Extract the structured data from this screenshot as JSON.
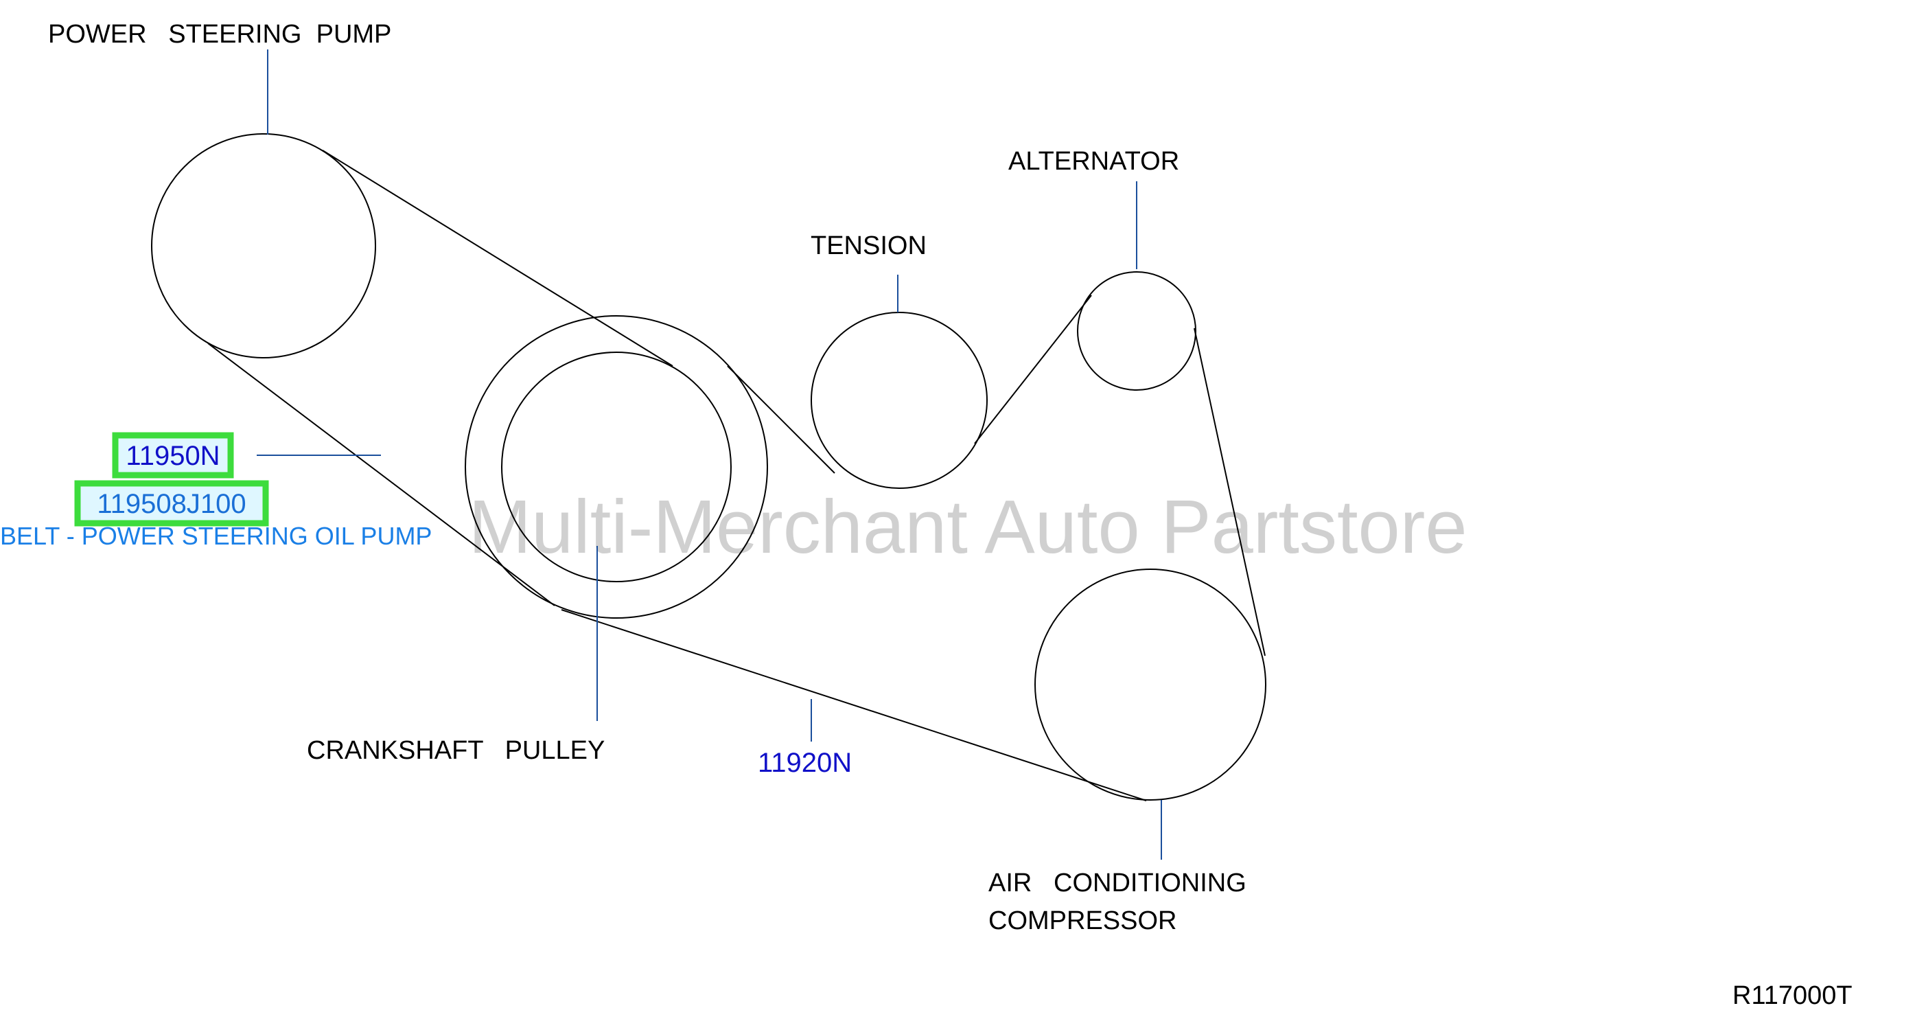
{
  "diagram": {
    "labels": {
      "power_steering_pump": "POWER   STEERING  PUMP",
      "alternator": "ALTERNATOR",
      "tension": "TENSION",
      "crankshaft_pulley": "CRANKSHAFT   PULLEY",
      "air_conditioning_line1": "AIR   CONDITIONING",
      "air_conditioning_line2": "COMPRESSOR"
    },
    "parts": {
      "belt_ps_ref": "11950N",
      "belt_ps_number": "119508J100",
      "belt_ps_description": "BELT - POWER STEERING OIL PUMP",
      "belt_main_ref": "11920N"
    },
    "watermark": "Multi-Merchant Auto Partstore",
    "diagram_code": "R117000T",
    "colors": {
      "highlight_border": "#3ddc3d",
      "highlight_fill": "#dff7ff",
      "part_ref": "#1010c8",
      "part_description": "#1a7fe6",
      "leader_line": "#1b4f9c"
    }
  }
}
